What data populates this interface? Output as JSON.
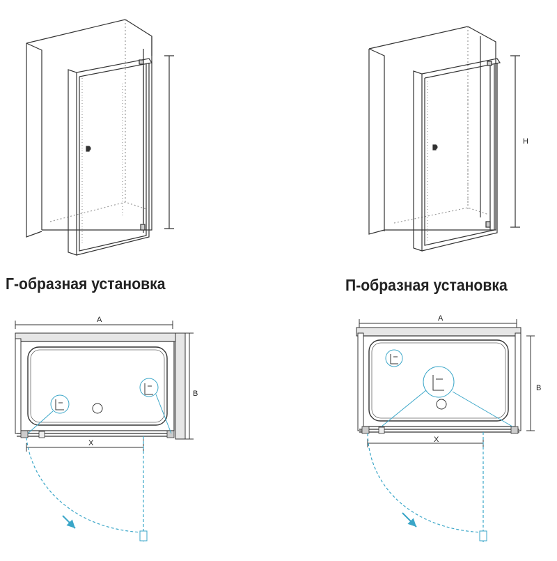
{
  "left": {
    "caption": "Г-образная установка",
    "dim_width": "A",
    "dim_depth": "B",
    "dim_door": "X"
  },
  "right": {
    "caption": "П-образная установка",
    "dim_height": "H",
    "dim_width": "A",
    "dim_depth": "B",
    "dim_door": "X"
  },
  "colors": {
    "line": "#333333",
    "accent": "#3aa6c8",
    "wall": "#e6e6e6"
  }
}
